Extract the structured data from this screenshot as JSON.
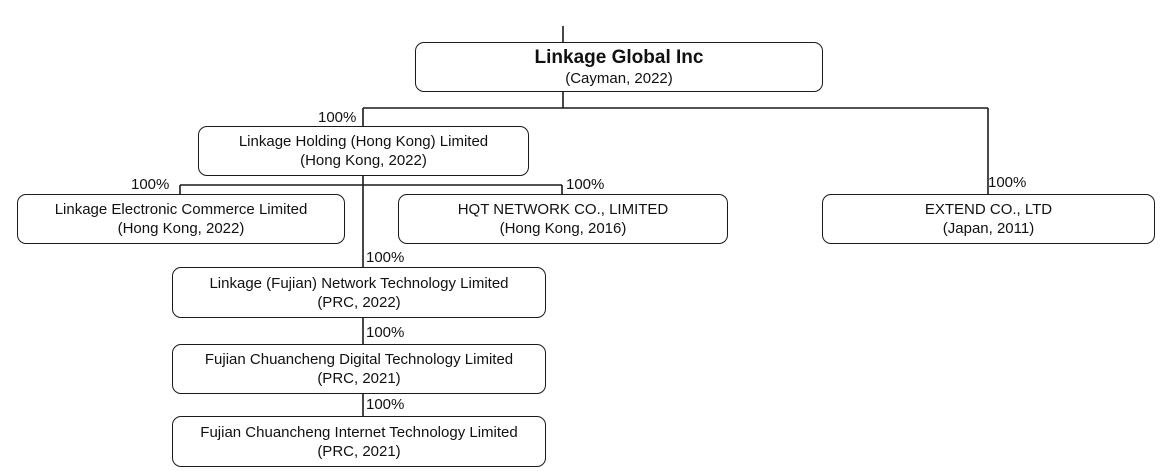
{
  "root": {
    "name": "Linkage Global Inc",
    "sub": "(Cayman, 2022)"
  },
  "entities": {
    "hk_holding": {
      "name": "Linkage Holding (Hong Kong) Limited",
      "sub": "(Hong Kong, 2022)",
      "ownership": "100%"
    },
    "ecommerce": {
      "name": "Linkage Electronic Commerce Limited",
      "sub": "(Hong Kong, 2022)",
      "ownership": "100%"
    },
    "hqt": {
      "name": "HQT NETWORK CO., LIMITED",
      "sub": "(Hong Kong, 2016)",
      "ownership": "100%"
    },
    "extend": {
      "name": "EXTEND CO., LTD",
      "sub": "(Japan, 2011)",
      "ownership": "100%"
    },
    "fujian_network": {
      "name": "Linkage (Fujian) Network Technology Limited",
      "sub": "(PRC, 2022)",
      "ownership": "100%"
    },
    "chuancheng_digital": {
      "name": "Fujian Chuancheng Digital Technology Limited",
      "sub": "(PRC, 2021)",
      "ownership": "100%"
    },
    "chuancheng_internet": {
      "name": "Fujian Chuancheng Internet Technology Limited",
      "sub": "(PRC, 2021)",
      "ownership": "100%"
    }
  }
}
